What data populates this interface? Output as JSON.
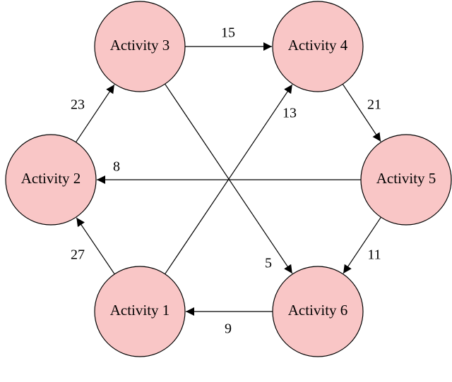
{
  "diagram": {
    "nodes": [
      {
        "id": "a1",
        "label": "Activity 1"
      },
      {
        "id": "a2",
        "label": "Activity 2"
      },
      {
        "id": "a3",
        "label": "Activity 3"
      },
      {
        "id": "a4",
        "label": "Activity 4"
      },
      {
        "id": "a5",
        "label": "Activity 5"
      },
      {
        "id": "a6",
        "label": "Activity 6"
      }
    ],
    "edges": [
      {
        "from": "a3",
        "to": "a4",
        "label": "15"
      },
      {
        "from": "a2",
        "to": "a3",
        "label": "23"
      },
      {
        "from": "a4",
        "to": "a5",
        "label": "21"
      },
      {
        "from": "a1",
        "to": "a4",
        "label": "13"
      },
      {
        "from": "a5",
        "to": "a2",
        "label": "8"
      },
      {
        "from": "a1",
        "to": "a2",
        "label": "27"
      },
      {
        "from": "a3",
        "to": "a6",
        "label": "5"
      },
      {
        "from": "a5",
        "to": "a6",
        "label": "11"
      },
      {
        "from": "a6",
        "to": "a1",
        "label": "9"
      }
    ],
    "colors": {
      "node_fill": "#f9c6c6",
      "stroke": "#000000"
    }
  }
}
